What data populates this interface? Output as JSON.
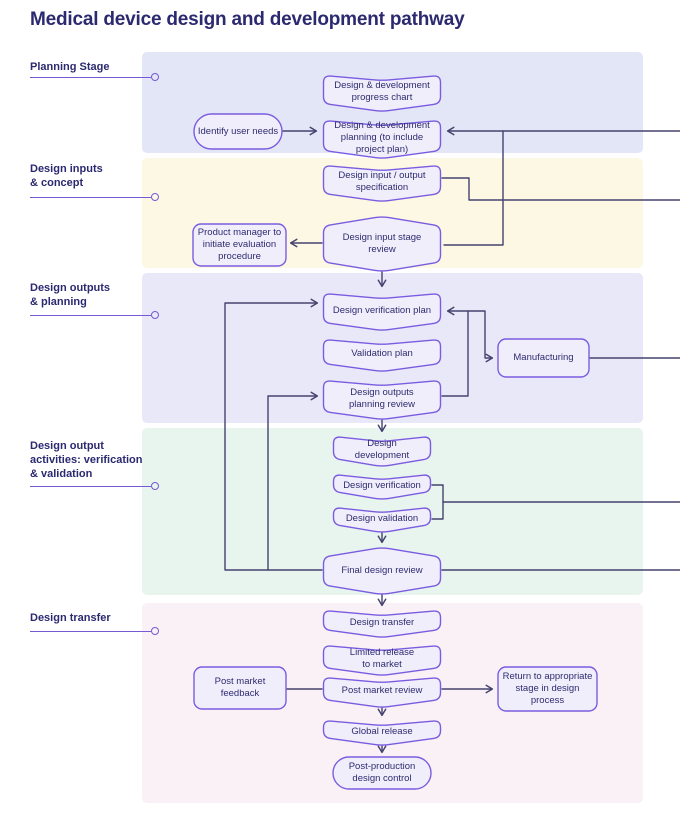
{
  "title": "Medical device design and development pathway",
  "stages": [
    {
      "label": "Planning Stage"
    },
    {
      "label": "Design inputs\n& concept"
    },
    {
      "label": "Design outputs\n& planning"
    },
    {
      "label": "Design output\nactivities: verification\n& validation"
    },
    {
      "label": "Design transfer"
    }
  ],
  "nodes": {
    "progress_chart": {
      "label": "Design & development\nprogress chart"
    },
    "identify_user_needs": {
      "label": "Identify user needs"
    },
    "dd_planning": {
      "label": "Design & development\nplanning (to include\nproject plan)"
    },
    "io_spec": {
      "label": "Design input / output\nspecification"
    },
    "product_manager": {
      "label": "Product manager to\ninitiate evaluation\nprocedure"
    },
    "input_stage_review": {
      "label": "Design input stage\nreview"
    },
    "verification_plan": {
      "label": "Design verification plan"
    },
    "validation_plan": {
      "label": "Validation plan"
    },
    "outputs_planning_review": {
      "label": "Design outputs\nplanning review"
    },
    "manufacturing": {
      "label": "Manufacturing"
    },
    "design_development": {
      "label": "Design\ndevelopment"
    },
    "design_verification": {
      "label": "Design verification"
    },
    "design_validation": {
      "label": "Design validation"
    },
    "final_design_review": {
      "label": "Final design review"
    },
    "design_transfer": {
      "label": "Design transfer"
    },
    "limited_release": {
      "label": "Limited release\nto market"
    },
    "post_market_feedback": {
      "label": "Post market\nfeedback"
    },
    "post_market_review": {
      "label": "Post market review"
    },
    "return_to_stage": {
      "label": "Return to appropriate\nstage in design\nprocess"
    },
    "global_release": {
      "label": "Global release"
    },
    "post_production": {
      "label": "Post-production\ndesign control"
    }
  },
  "edges": [
    {
      "from": "identify_user_needs",
      "to": "dd_planning"
    },
    {
      "from": "right_margin",
      "to": "dd_planning"
    },
    {
      "from": "input_stage_review",
      "to": "dd_planning"
    },
    {
      "from": "io_spec",
      "to": "right_margin"
    },
    {
      "from": "input_stage_review",
      "to": "product_manager"
    },
    {
      "from": "input_stage_review",
      "to": "verification_plan"
    },
    {
      "from": "outputs_planning_review",
      "to": "verification_plan"
    },
    {
      "from": "outputs_planning_review",
      "to": "manufacturing"
    },
    {
      "from": "manufacturing",
      "to": "right_margin"
    },
    {
      "from": "outputs_planning_review",
      "to": "design_development"
    },
    {
      "from": "design_verification",
      "to": "right_margin"
    },
    {
      "from": "design_validation",
      "to": "right_margin"
    },
    {
      "from": "design_validation",
      "to": "final_design_review"
    },
    {
      "from": "final_design_review",
      "to": "verification_plan"
    },
    {
      "from": "final_design_review",
      "to": "outputs_planning_review"
    },
    {
      "from": "final_design_review",
      "to": "right_margin"
    },
    {
      "from": "final_design_review",
      "to": "design_transfer"
    },
    {
      "from": "post_market_feedback",
      "to": "post_market_review"
    },
    {
      "from": "post_market_review",
      "to": "return_to_stage"
    },
    {
      "from": "post_market_review",
      "to": "global_release"
    },
    {
      "from": "global_release",
      "to": "post_production"
    }
  ],
  "colors": {
    "title_text": "#2b2970",
    "node_border": "#7a5ce0",
    "node_fill": "#f1eefc",
    "node_text": "#2e2b6e",
    "connector": "#45426f",
    "stage_line": "#7659d6",
    "bands": {
      "planning": "#e3e6f7",
      "inputs": "#fdf8e4",
      "outputs": "#e9e8f9",
      "activities": "#e8f4ee",
      "transfer": "#f9f1f5"
    }
  }
}
